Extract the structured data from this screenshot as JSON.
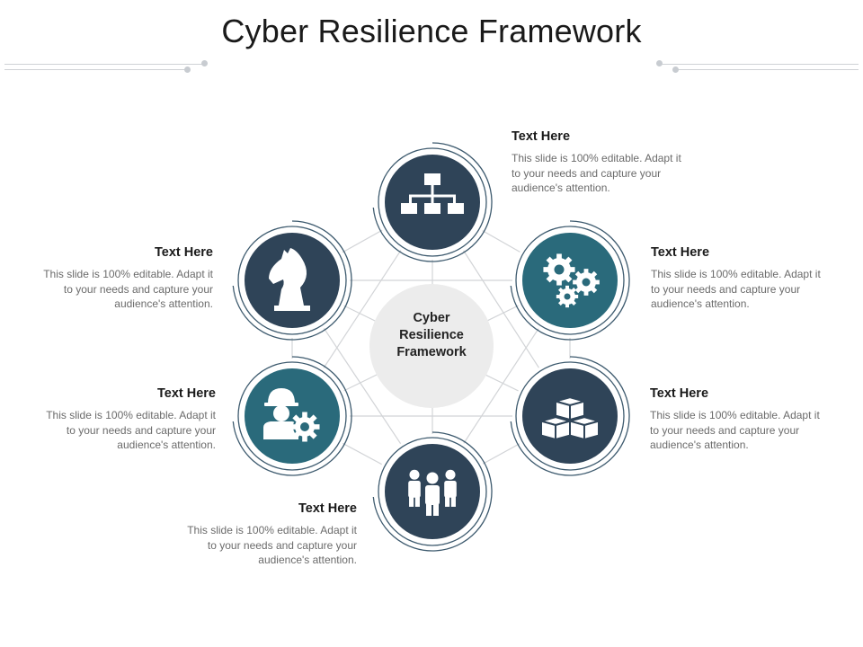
{
  "title": "Cyber Resilience Framework",
  "center": {
    "line1": "Cyber",
    "line2": "Resilience",
    "line3": "Framework"
  },
  "colors": {
    "dark": "#2f4458",
    "teal": "#2a6a7b",
    "ring": "#3d5a6e",
    "hub": "#ececec",
    "connector": "#d2d4d7"
  },
  "nodes": [
    {
      "icon": "org-chart-icon",
      "color": "dark",
      "heading": "Text Here",
      "body": "This slide is 100% editable. Adapt it to your needs and capture your audience's attention."
    },
    {
      "icon": "gears-icon",
      "color": "teal",
      "heading": "Text Here",
      "body": "This slide is 100% editable. Adapt it to your needs and capture your audience's attention."
    },
    {
      "icon": "cubes-icon",
      "color": "dark",
      "heading": "Text Here",
      "body": "This slide is 100% editable. Adapt it to your needs and capture your audience's attention."
    },
    {
      "icon": "team-icon",
      "color": "dark",
      "heading": "Text Here",
      "body": "This slide is 100% editable. Adapt it to your needs and capture your audience's attention."
    },
    {
      "icon": "engineer-gear-icon",
      "color": "teal",
      "heading": "Text Here",
      "body": "This slide is 100% editable. Adapt it to your needs and capture your audience's attention."
    },
    {
      "icon": "chess-knight-icon",
      "color": "dark",
      "heading": "Text Here",
      "body": "This slide is 100% editable. Adapt it to your needs and capture your audience's attention."
    }
  ]
}
